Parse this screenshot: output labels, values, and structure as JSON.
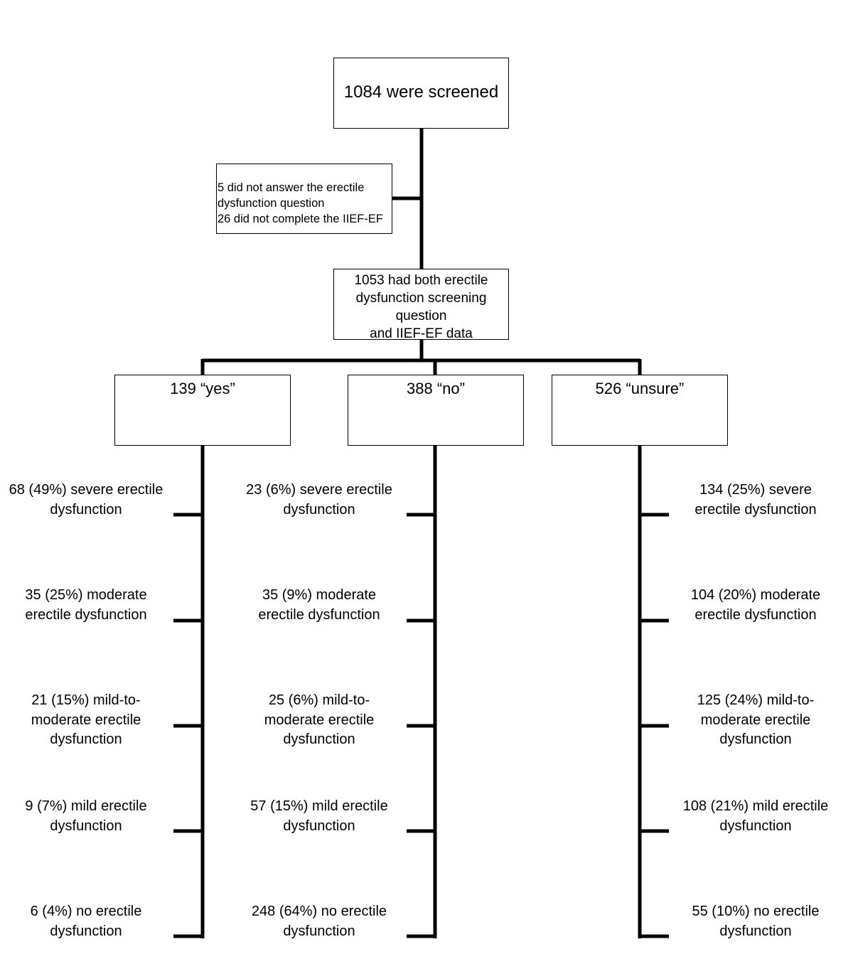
{
  "screened": "1084 were screened",
  "excluded": "5 did not answer the erectile\ndysfunction question\n26 did not complete the IIEF-EF",
  "both_data": "1053 had both erectile\ndysfunction screening question\nand IIEF-EF data",
  "groups": [
    {
      "label": "139 “yes”",
      "outcomes": [
        "68 (49%) severe erectile\ndysfunction",
        "35 (25%) moderate\nerectile dysfunction",
        "21 (15%) mild-to-\nmoderate erectile\ndysfunction",
        "9 (7%) mild erectile\ndysfunction",
        "6 (4%) no erectile\ndysfunction"
      ]
    },
    {
      "label": "388 “no”",
      "outcomes": [
        "23 (6%) severe erectile\ndysfunction",
        "35 (9%) moderate\nerectile dysfunction",
        "25 (6%) mild-to-\nmoderate erectile\ndysfunction",
        "57 (15%) mild erectile\ndysfunction",
        "248 (64%) no erectile\ndysfunction"
      ]
    },
    {
      "label": "526 “unsure”",
      "outcomes": [
        "134 (25%) severe\nerectile dysfunction",
        "104 (20%) moderate\nerectile dysfunction",
        "125 (24%) mild-to-\nmoderate erectile\ndysfunction",
        "108 (21%) mild erectile\ndysfunction",
        "55 (10%) no erectile\ndysfunction"
      ]
    }
  ]
}
